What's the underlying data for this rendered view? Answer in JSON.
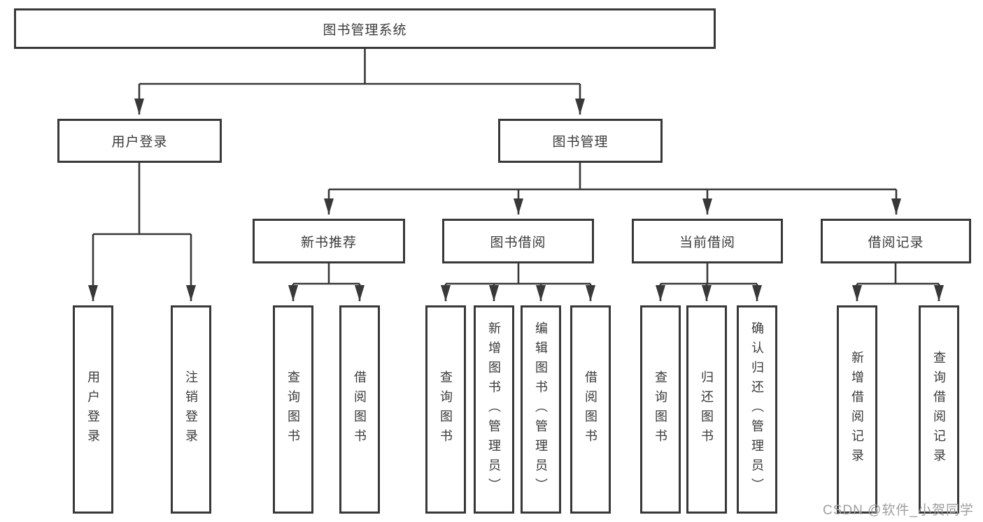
{
  "diagram": {
    "root": {
      "label": "图书管理系统"
    },
    "level2": [
      {
        "label": "用户登录"
      },
      {
        "label": "图书管理"
      }
    ],
    "level3": [
      {
        "label": "新书推荐"
      },
      {
        "label": "图书借阅"
      },
      {
        "label": "当前借阅"
      },
      {
        "label": "借阅记录"
      }
    ],
    "leaves": {
      "user_login": [
        "用户登录",
        "注销登录"
      ],
      "new_books": [
        "查询图书",
        "借阅图书"
      ],
      "book_borrow": [
        "查询图书",
        "新增图书（管理员）",
        "编辑图书（管理员）",
        "借阅图书"
      ],
      "current_borrow": [
        "查询图书",
        "归还图书",
        "确认归还（管理员）"
      ],
      "borrow_records": [
        "新增借阅记录",
        "查询借阅记录"
      ]
    }
  },
  "watermark": {
    "text": "CSDN @软件_小贺同学"
  },
  "colors": {
    "line": "#383838",
    "box_border": "#383838",
    "text": "#3a3a3a",
    "watermark": "#9e9e9e",
    "background": "#ffffff"
  }
}
